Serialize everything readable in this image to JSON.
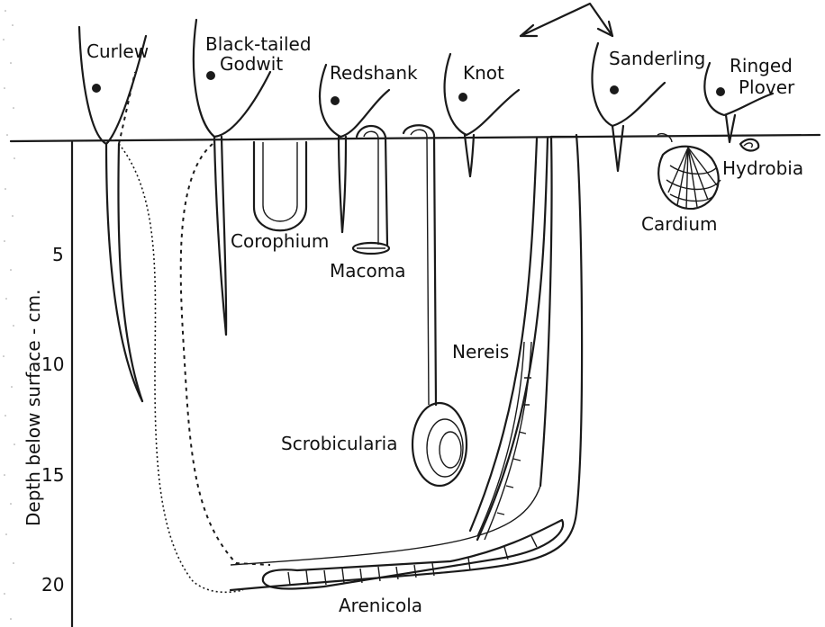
{
  "birds": {
    "curlew": "Curlew",
    "godwit_line1": "Black-tailed",
    "godwit_line2": "Godwit",
    "redshank": "Redshank",
    "knot": "Knot",
    "sanderling": "Sanderling",
    "plover_line1": "Ringed",
    "plover_line2": "Plover"
  },
  "prey": {
    "corophium": "Corophium",
    "macoma": "Macoma",
    "nereis": "Nereis",
    "scrobicularia": "Scrobicularia",
    "arenicola": "Arenicola",
    "cardium": "Cardium",
    "hydrobia": "Hydrobia"
  },
  "axis": {
    "label": "Depth below surface - cm.",
    "ticks": [
      "5",
      "10",
      "15",
      "20"
    ]
  }
}
